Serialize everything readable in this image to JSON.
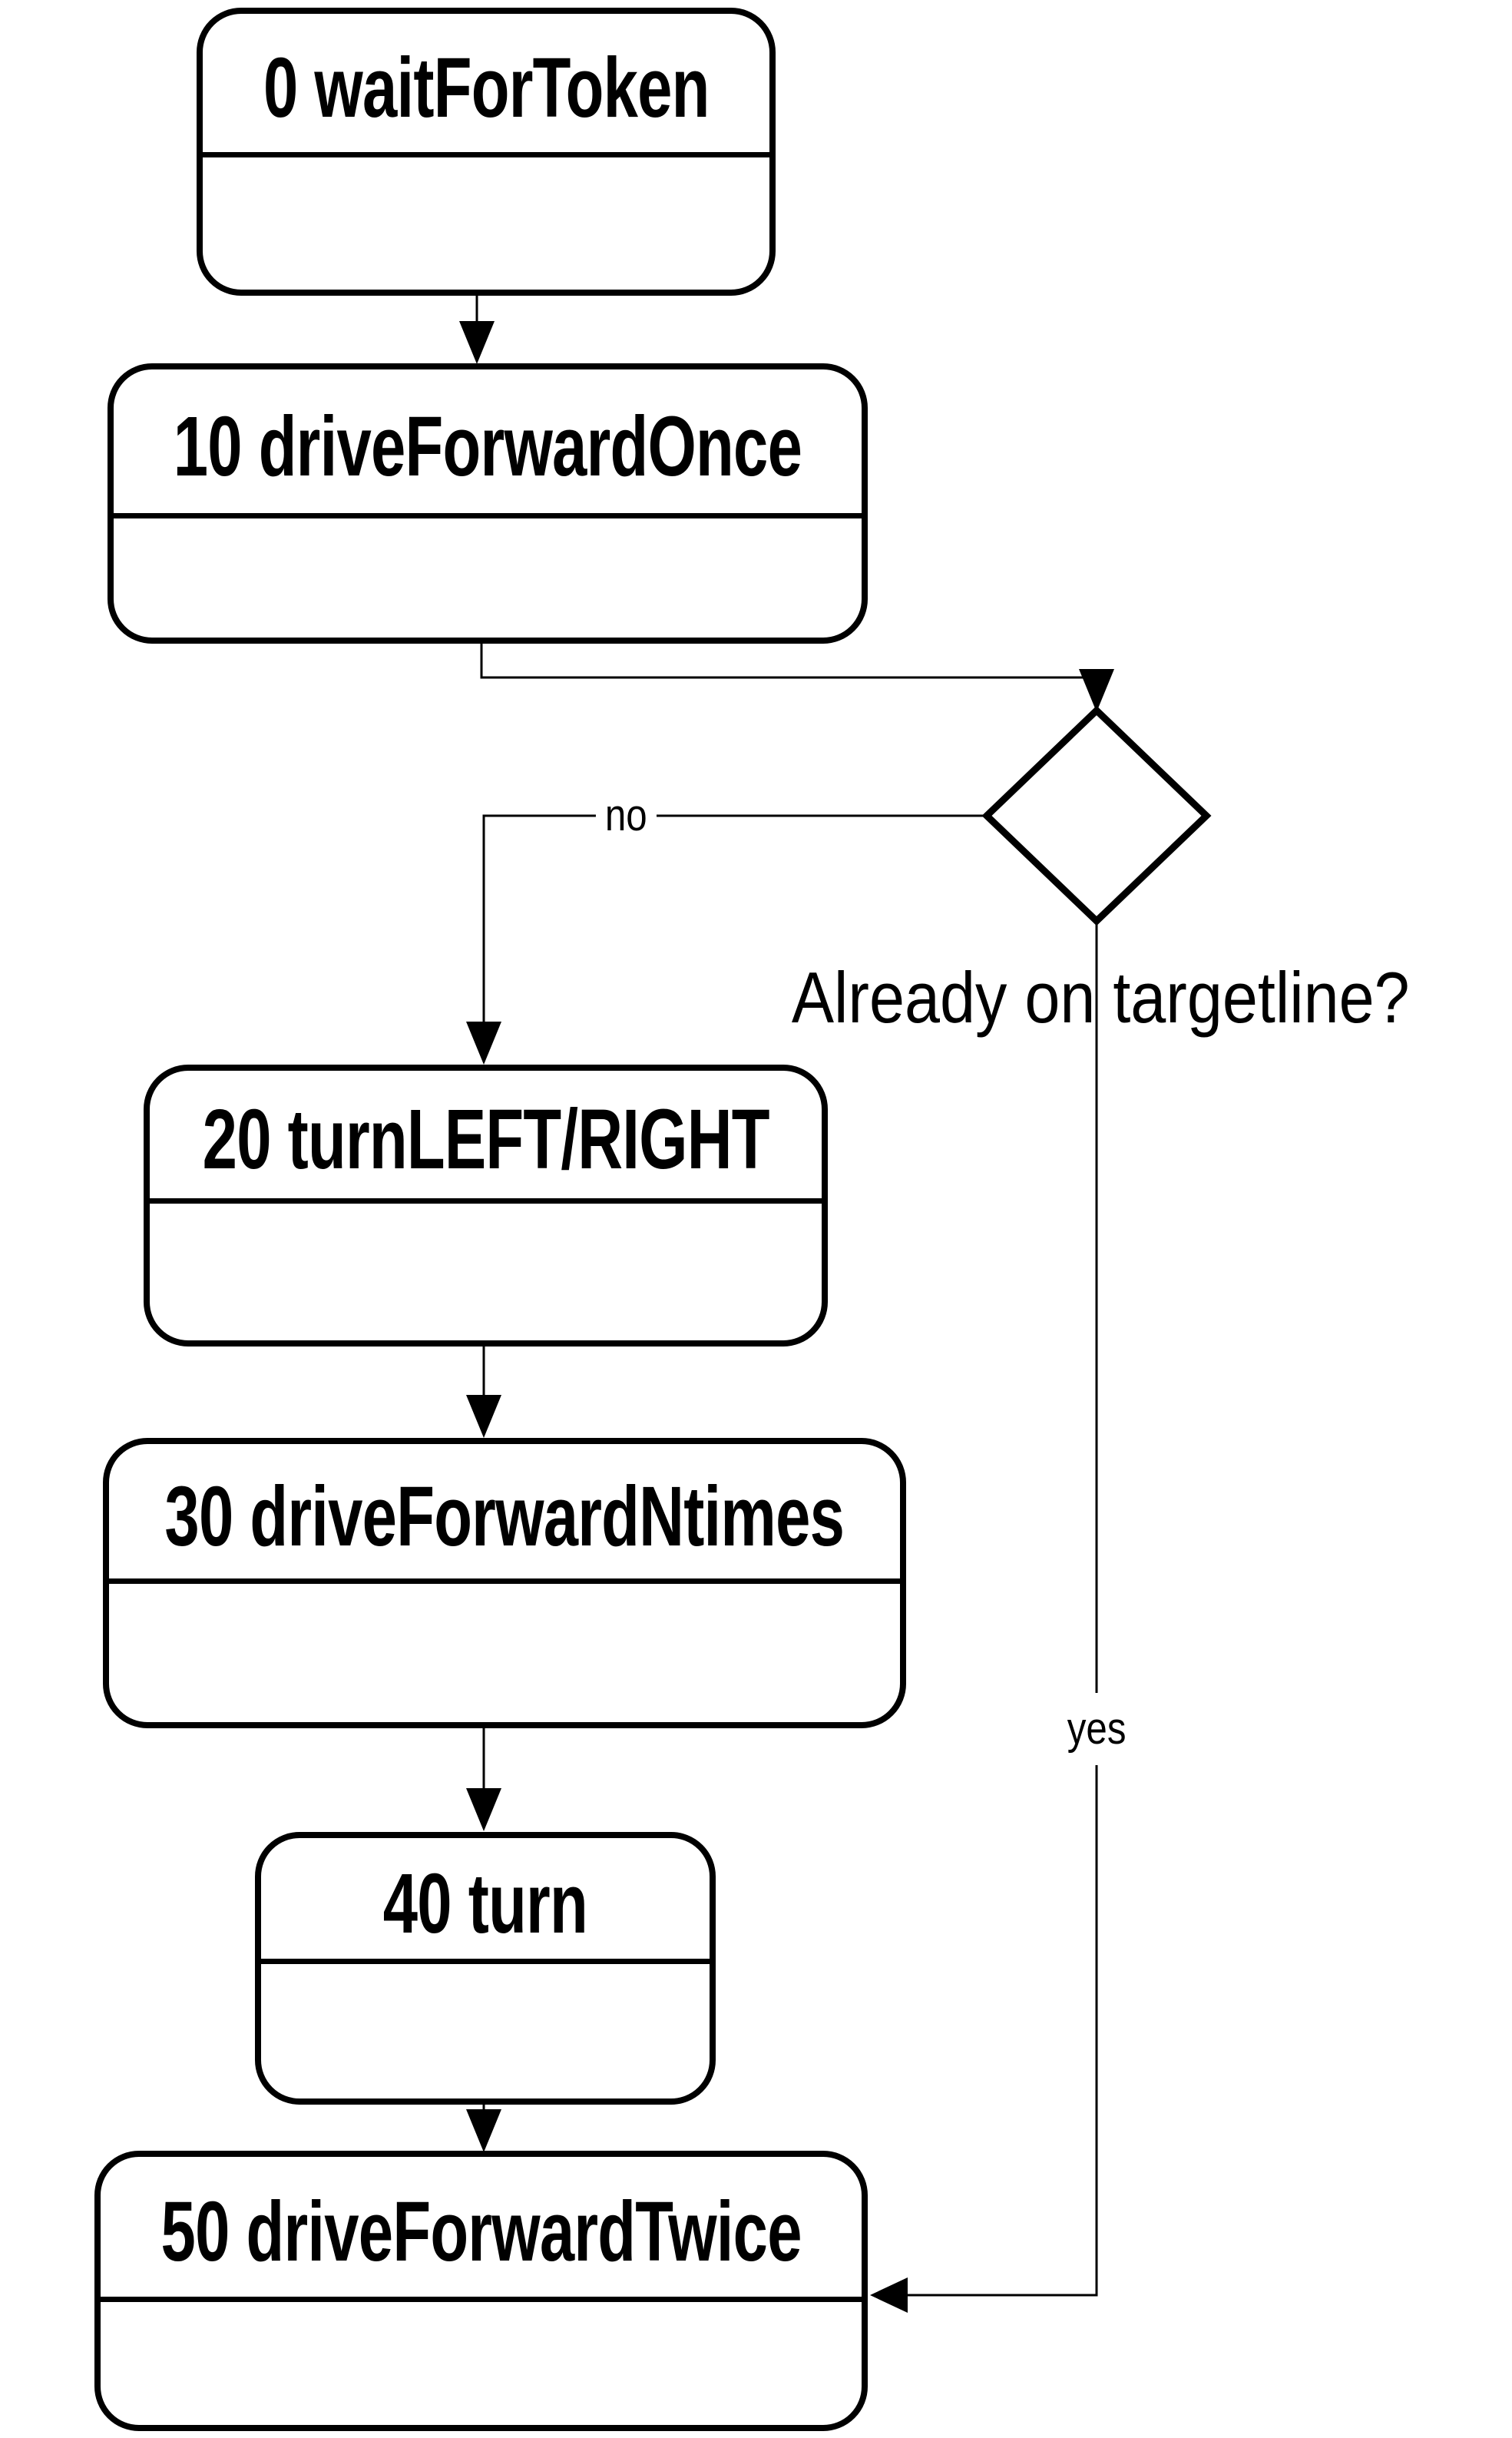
{
  "diagram": {
    "type": "flowchart-state-diagram",
    "question": "Already on targetline?",
    "labels": {
      "no": "no",
      "yes": "yes"
    },
    "states": [
      {
        "title": "0 waitForToken"
      },
      {
        "title": "10 driveForwardOnce"
      },
      {
        "title": "20 turnLEFT/RIGHT"
      },
      {
        "title": "30 driveForwardNtimes"
      },
      {
        "title": "40 turn"
      },
      {
        "title": "50 driveForwardTwice"
      }
    ],
    "edges": [
      {
        "from": "0 waitForToken",
        "to": "10 driveForwardOnce",
        "label": ""
      },
      {
        "from": "10 driveForwardOnce",
        "to": "decision",
        "label": ""
      },
      {
        "from": "decision",
        "to": "20 turnLEFT/RIGHT",
        "label": "no"
      },
      {
        "from": "20 turnLEFT/RIGHT",
        "to": "30 driveForwardNtimes",
        "label": ""
      },
      {
        "from": "30 driveForwardNtimes",
        "to": "40 turn",
        "label": ""
      },
      {
        "from": "40 turn",
        "to": "50 driveForwardTwice",
        "label": ""
      },
      {
        "from": "decision",
        "to": "50 driveForwardTwice",
        "label": "yes"
      }
    ],
    "colors": {
      "stroke": "#000000",
      "background": "#ffffff"
    }
  }
}
